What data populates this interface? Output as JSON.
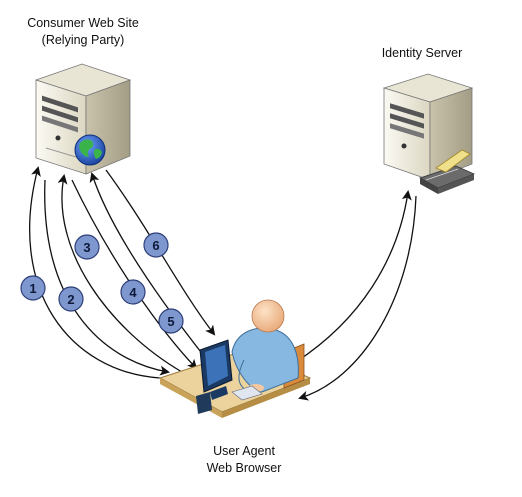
{
  "nodes": {
    "consumer": {
      "line1": "Consumer Web Site",
      "line2": "(Relying Party)"
    },
    "identity": {
      "label": "Identity Server"
    },
    "agent": {
      "line1": "User Agent",
      "line2": "Web Browser"
    }
  },
  "steps": [
    "1",
    "2",
    "3",
    "4",
    "5",
    "6"
  ],
  "colors": {
    "step_fill": "#7f97cf",
    "step_stroke": "#2d3f78",
    "server_body": "#f2efe2",
    "desk": "#e8c98d",
    "person": "#7fb3df",
    "globe": "#2a62c9"
  },
  "icons": {
    "consumer": "server-globe-icon",
    "identity": "server-card-reader-icon",
    "agent": "person-at-computer-icon"
  }
}
